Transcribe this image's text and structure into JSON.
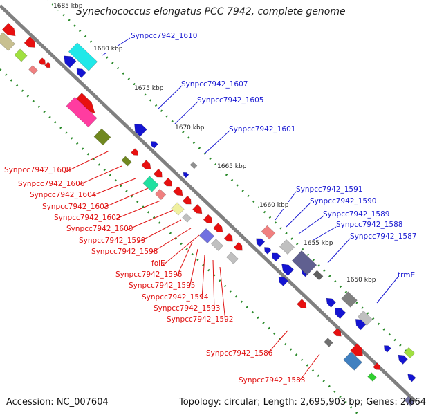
{
  "title": "Synechococcus elongatus PCC 7942, complete genome",
  "accession": "Accession: NC_007604",
  "topology": "Topology: circular; Length: 2,695,903 bp; Genes: 2,664",
  "colors": {
    "backbone": "#808080",
    "forward_gene": "#e81010",
    "reverse_gene": "#1414d2",
    "dot_track": "#2a8a2a",
    "label_forward": "#e01010",
    "label_reverse": "#1a1ad2"
  },
  "ticks": [
    "1685 kbp",
    "1680 kbp",
    "1675 kbp",
    "1670 kbp",
    "1665 kbp",
    "1660 kbp",
    "1655 kbp",
    "1650 kbp"
  ],
  "reverse_labels": [
    "Synpcc7942_1610",
    "Synpcc7942_1607",
    "Synpcc7942_1605",
    "Synpcc7942_1601",
    "Synpcc7942_1591",
    "Synpcc7942_1590",
    "Synpcc7942_1589",
    "Synpcc7942_1588",
    "Synpcc7942_1587",
    "trmE"
  ],
  "forward_labels": [
    "Synpcc7942_1608",
    "Synpcc7942_1606",
    "Synpcc7942_1604",
    "Synpcc7942_1603",
    "Synpcc7942_1602",
    "Synpcc7942_1600",
    "Synpcc7942_1599",
    "Synpcc7942_1598",
    "folE",
    "Synpcc7942_1596",
    "Synpcc7942_1595",
    "Synpcc7942_1594",
    "Synpcc7942_1593",
    "Synpcc7942_1592",
    "Synpcc7942_1586",
    "Synpcc7942_1583"
  ]
}
